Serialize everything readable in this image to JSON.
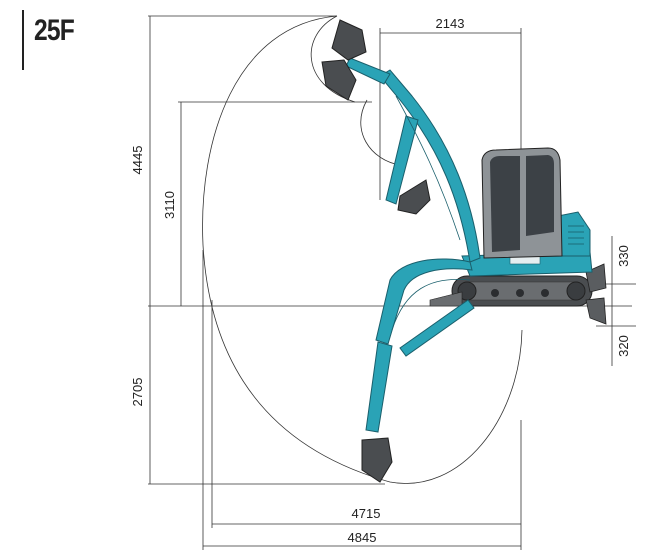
{
  "model": "25F",
  "colors": {
    "accent": "#2aa3b6",
    "accent_dark": "#1a7d8e",
    "cab": "#8e9397",
    "glass": "#3c4146",
    "track": "#4a4d50"
  },
  "dimensions": {
    "max_digging_height": "4445",
    "max_dumping_height": "3110",
    "max_digging_depth": "2705",
    "swing_offset": "2143",
    "reach_at_ground": "4715",
    "max_reach": "4845",
    "blade_lift": "330",
    "blade_drop": "320"
  }
}
